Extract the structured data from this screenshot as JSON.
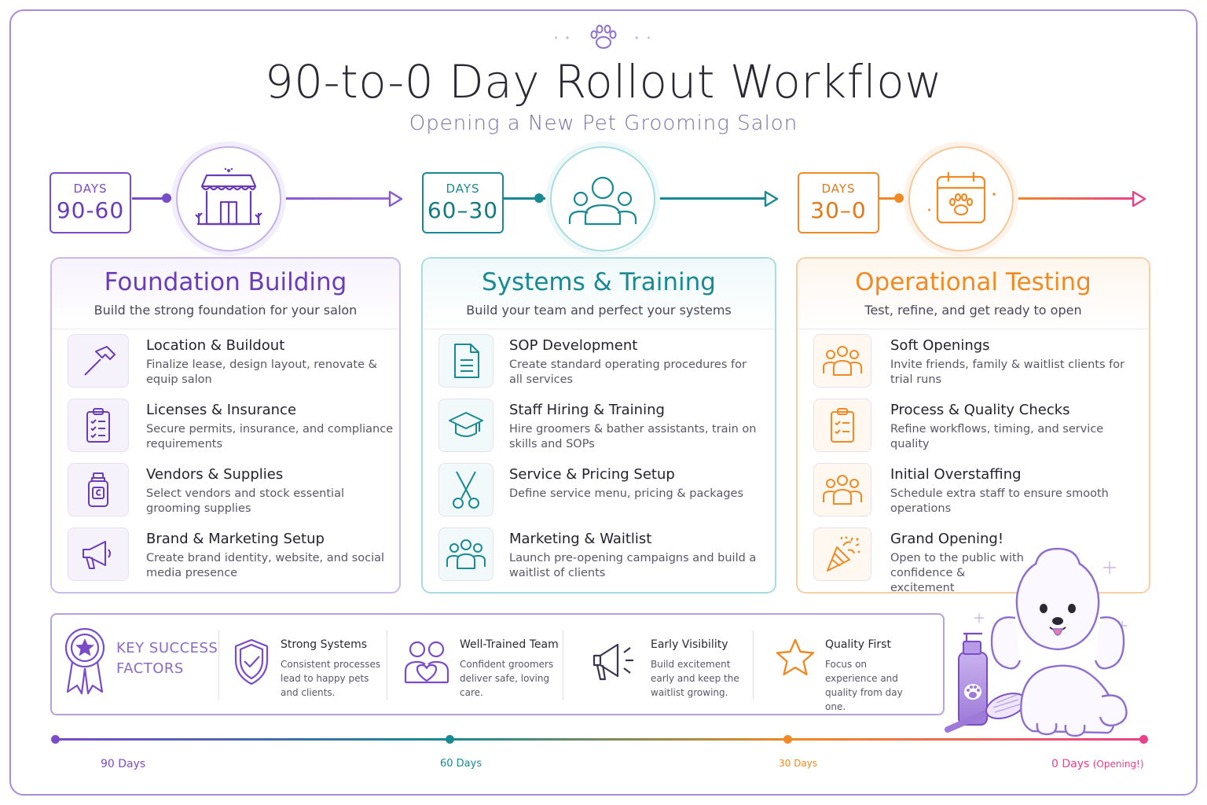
{
  "title": "90-to-0 Day Rollout Workflow",
  "subtitle": "Opening a New Pet Grooming Salon",
  "colors": {
    "purple": "#7a4cc8",
    "teal": "#1a8a92",
    "orange": "#f08a24",
    "pink": "#e9408a"
  },
  "phases": [
    {
      "days_label": "DAYS",
      "days_range": "90-60",
      "icon": "storefront-icon",
      "title": "Foundation Building",
      "desc": "Build the strong foundation for your salon",
      "tasks": [
        {
          "icon": "hammer-icon",
          "title": "Location & Buildout",
          "desc": "Finalize lease, design layout, renovate & equip salon"
        },
        {
          "icon": "checklist-icon",
          "title": "Licenses & Insurance",
          "desc": "Secure permits, insurance, and compliance requirements"
        },
        {
          "icon": "bottle-icon",
          "title": "Vendors & Supplies",
          "desc": "Select vendors and stock essential grooming supplies"
        },
        {
          "icon": "megaphone-icon",
          "title": "Brand & Marketing Setup",
          "desc": "Create brand identity, website, and social media presence"
        }
      ]
    },
    {
      "days_label": "DAYS",
      "days_range": "60–30",
      "icon": "team-icon",
      "title": "Systems & Training",
      "desc": "Build your team and perfect your systems",
      "tasks": [
        {
          "icon": "document-icon",
          "title": "SOP Development",
          "desc": "Create standard operating procedures for all services"
        },
        {
          "icon": "graduation-cap-icon",
          "title": "Staff Hiring & Training",
          "desc": "Hire groomers & bather assistants, train on skills and SOPs"
        },
        {
          "icon": "scissors-icon",
          "title": "Service & Pricing Setup",
          "desc": "Define service menu, pricing & packages"
        },
        {
          "icon": "people-icon",
          "title": "Marketing & Waitlist",
          "desc": "Launch pre-opening campaigns and build a waitlist of clients"
        }
      ]
    },
    {
      "days_label": "DAYS",
      "days_range": "30–0",
      "icon": "calendar-paw-icon",
      "title": "Operational Testing",
      "desc": "Test, refine, and get ready to open",
      "tasks": [
        {
          "icon": "group-icon",
          "title": "Soft Openings",
          "desc": "Invite friends, family & waitlist clients for trial runs"
        },
        {
          "icon": "clipboard-check-icon",
          "title": "Process & Quality Checks",
          "desc": "Refine workflows, timing, and service quality"
        },
        {
          "icon": "group-icon",
          "title": "Initial Overstaffing",
          "desc": "Schedule extra staff to ensure smooth operations"
        },
        {
          "icon": "party-popper-icon",
          "title": "Grand Opening!",
          "desc": "Open to the public with confidence & excitement"
        }
      ]
    }
  ],
  "ksf": {
    "label_line1": "KEY SUCCESS",
    "label_line2": "FACTORS",
    "items": [
      {
        "icon": "shield-check-icon",
        "title": "Strong Systems",
        "desc": "Consistent processes lead to happy pets and clients."
      },
      {
        "icon": "team-heart-icon",
        "title": "Well-Trained Team",
        "desc": "Confident groomers deliver safe, loving care."
      },
      {
        "icon": "megaphone-icon",
        "title": "Early Visibility",
        "desc": "Build excitement early and keep the waitlist growing."
      },
      {
        "icon": "star-icon",
        "title": "Quality First",
        "desc": "Focus on experience and quality from day one."
      }
    ]
  },
  "timeline": [
    {
      "label": "90 Days",
      "extra": ""
    },
    {
      "label": "60 Days",
      "extra": ""
    },
    {
      "label": "30 Days",
      "extra": ""
    },
    {
      "label": "0 Days",
      "extra": "(Opening!)"
    }
  ]
}
